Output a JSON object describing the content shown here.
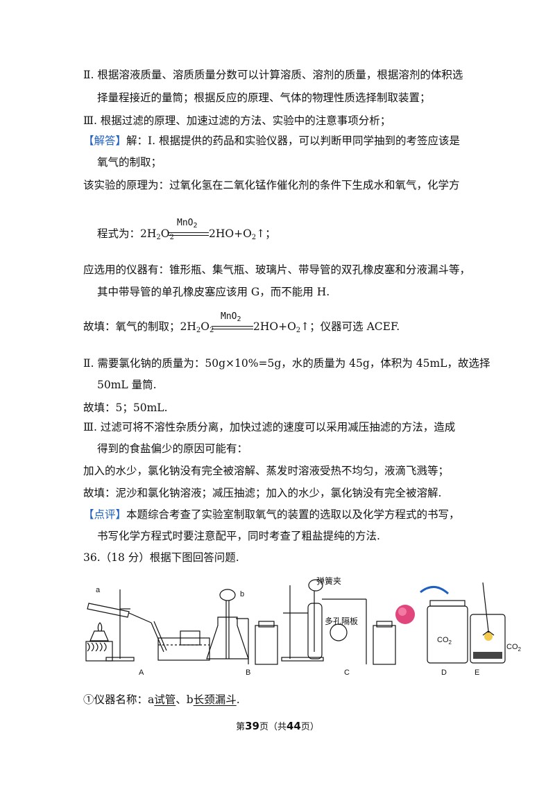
{
  "lines": {
    "l1": "Ⅱ. 根据溶液质量、溶质质量分数可以计算溶质、溶剂的质量，根据溶剂的体积选",
    "l2": "择量程接近的量筒；根据反应的原理、气体的物理性质选择制取装置；",
    "l3": "Ⅲ. 根据过滤的原理、加速过滤的方法、实验中的注意事项分析；",
    "l4_tag": "【解答】",
    "l4_text": "解：Ⅰ. 根据提供的药品和实验仪器，可以判断甲同学抽到的考签应该是",
    "l5": "氧气的制取；",
    "l6": "该实验的原理为：过氧化氢在二氧化锰作催化剂的条件下生成水和氧气，化学方",
    "l7_prefix": "程式为：2H",
    "l7_o": "O",
    "l7_result": "2H",
    "l7_result2": "O+O",
    "l7_tail": "↑；",
    "l8": "应选用的仪器有：锥形瓶、集气瓶、玻璃片、带导管的双孔橡皮塞和分液漏斗等，",
    "l9": "其中带导管的单孔橡皮塞应该用 G，而不能用 H.",
    "l10_prefix": "故填：氧气的制取；2H",
    "l10_tail": "↑；仪器可选 ACEF.",
    "l11": "Ⅱ. 需要氯化钠的质量为：50g×10%=5g，水的质量为 45g，体积为 45mL，故选择",
    "l12": "50mL 量筒.",
    "l13": "故填：5；50mL.",
    "l14": "Ⅲ. 过滤可将不溶性杂质分离，加快过滤的速度可以采用减压抽滤的方法，造成",
    "l15": "得到的食盐偏少的原因可能有：",
    "l16": "加入的水少，氯化钠没有完全被溶解、蒸发时溶液受热不均匀，液滴飞溅等；",
    "l17": "故填：泥沙和氯化钠溶液；减压抽滤；加入的水少，氯化钠没有完全被溶解.",
    "l18_tag": "【点评】",
    "l18_text": "本题综合考查了实验室制取氧气的装置的选取以及化学方程式的书写，",
    "l19": "书写化学方程式时要注意配平，同时考查了粗盐提纯的方法.",
    "l20": "36.（18 分）根据下图回答问题.",
    "l21_prefix": "①仪器名称：a",
    "l21_a": "   试管   ",
    "l21_mid": "、b",
    "l21_b": "   长颈漏斗   ",
    "l21_end": "."
  },
  "catalyst": "MnO",
  "catalyst_sub": "2",
  "sub2": "2",
  "figure": {
    "label_a": "a",
    "label_b": "b",
    "spring_clip": "弹簧夹",
    "porous_plate": "多孔隔板",
    "co2_d": "CO",
    "co2_e": "CO",
    "co2_sub": "2",
    "A": "A",
    "B": "B",
    "C": "C",
    "D": "D",
    "E": "E"
  },
  "footer": {
    "pre": "第",
    "page": "39",
    "mid": "页（共",
    "total": "44",
    "post": "页）"
  }
}
